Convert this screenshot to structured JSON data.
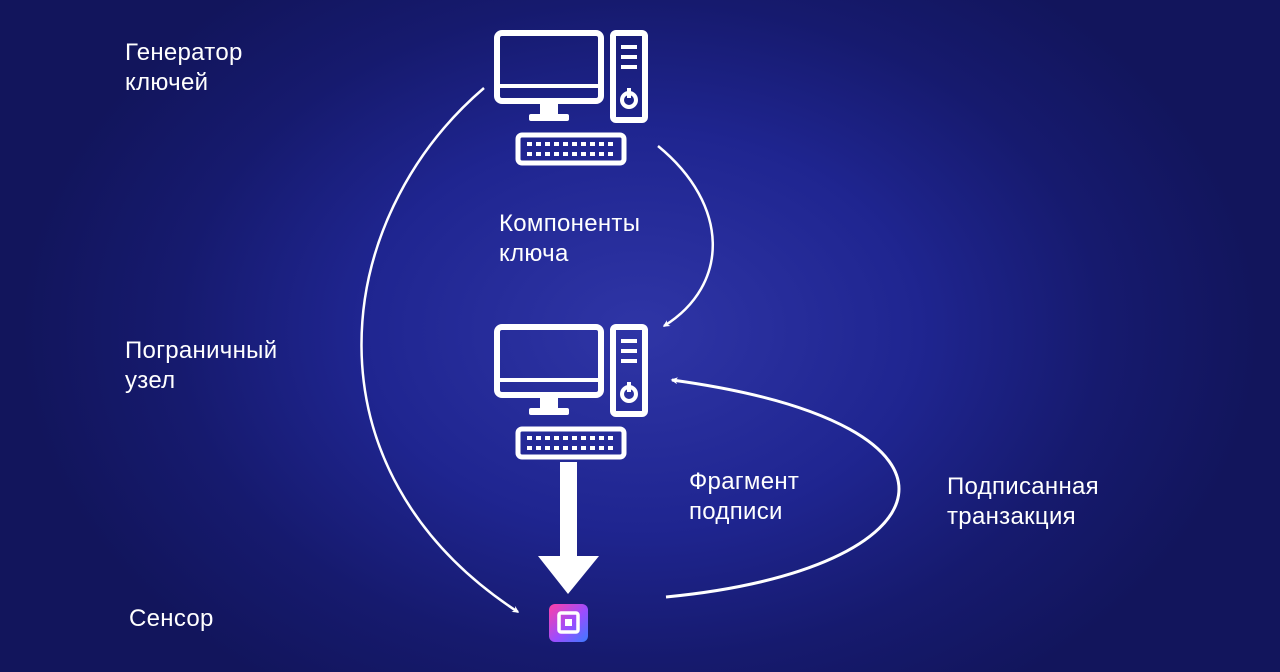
{
  "labels": {
    "key_generator": [
      "Генератор",
      "ключей"
    ],
    "edge_node": [
      "Пограничный",
      "узел"
    ],
    "sensor": "Сенсор",
    "key_components": [
      "Компоненты",
      "ключа"
    ],
    "signature_fragment": [
      "Фрагмент",
      "подписи"
    ],
    "signed_transaction": [
      "Подписанная",
      "транзакция"
    ]
  },
  "colors": {
    "foreground": "#ffffff",
    "background": "#1f2590",
    "sensor_gradient": [
      "#ff3fa4",
      "#9b4dff",
      "#3b7bff"
    ]
  },
  "icons": {
    "top_computer": "desktop-computer-icon",
    "middle_computer": "desktop-computer-icon",
    "sensor": "sensor-chip-icon"
  }
}
